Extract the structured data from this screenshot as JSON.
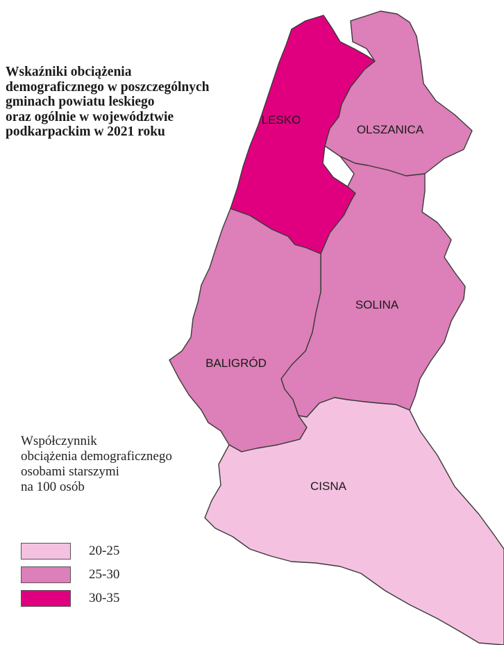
{
  "title": {
    "lines": [
      "Wskaźniki obciążenia",
      "demograficznego w poszczególnych",
      "gminach powiatu leskiego",
      "oraz ogólnie w województwie",
      "podkarpackim w 2021 roku"
    ]
  },
  "legend": {
    "title_lines": [
      "Współczynnik",
      "obciążenia demograficznego",
      "osobami starszymi",
      "na 100 osób"
    ],
    "classes": [
      {
        "label": "20-25",
        "color": "#f4c2e0"
      },
      {
        "label": "25-30",
        "color": "#dd7fb8"
      },
      {
        "label": "30-35",
        "color": "#e0007f"
      }
    ]
  },
  "regions": [
    {
      "name": "LESKO",
      "class": "30-35",
      "color": "#e0007f"
    },
    {
      "name": "OLSZANICA",
      "class": "25-30",
      "color": "#dd7fb8"
    },
    {
      "name": "SOLINA",
      "class": "25-30",
      "color": "#dd7fb8"
    },
    {
      "name": "BALIGRÓD",
      "class": "25-30",
      "color": "#dd7fb8"
    },
    {
      "name": "CISNA",
      "class": "20-25",
      "color": "#f4c2e0"
    }
  ]
}
